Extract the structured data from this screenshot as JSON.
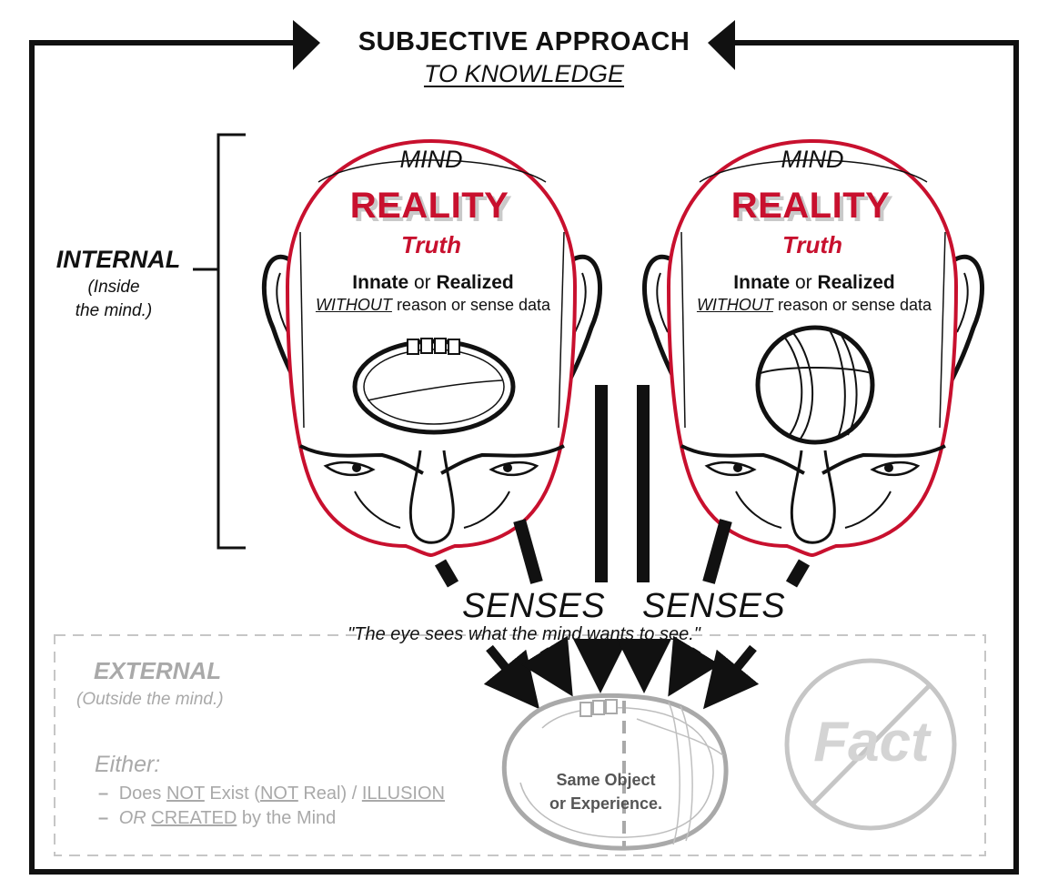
{
  "title": "SUBJECTIVE APPROACH",
  "subtitle": "TO KNOWLEDGE",
  "heads": [
    {
      "mind": "MIND",
      "reality": "REALITY",
      "truth": "Truth",
      "innate_word": "Innate",
      "or_word": "or",
      "realized_word": "Realized",
      "without_word": "WITHOUT",
      "without_rest": "reason or sense data",
      "object": "football-icon"
    },
    {
      "mind": "MIND",
      "reality": "REALITY",
      "truth": "Truth",
      "innate_word": "Innate",
      "or_word": "or",
      "realized_word": "Realized",
      "without_word": "WITHOUT",
      "without_rest": "reason or sense data",
      "object": "basketball-icon"
    }
  ],
  "internal": {
    "label": "INTERNAL",
    "sub_line1": "(Inside",
    "sub_line2": "the mind.)"
  },
  "senses": {
    "left": "SENSES",
    "right": "SENSES",
    "quote": "\"The eye sees what the mind wants to see.\""
  },
  "external": {
    "label": "EXTERNAL",
    "sub": "(Outside the mind.)",
    "either": "Either:",
    "option1": {
      "dash": "–",
      "p1": "Does",
      "not1": "NOT",
      "p2": "Exist (",
      "not2": "NOT",
      "p3": "Real) /",
      "illusion": "ILLUSION"
    },
    "option2": {
      "dash": "–",
      "or_word": "OR",
      "created": "CREATED",
      "p2": "by the Mind"
    }
  },
  "same_object": {
    "line1": "Same Object",
    "line2": "or Experience."
  },
  "fact": {
    "label": "Fact",
    "icon": "prohibition-icon"
  },
  "colors": {
    "accent_red": "#c8102e",
    "ink": "#111111",
    "faded_gray": "#a9a9a9",
    "light_gray": "#d4d4d4"
  }
}
